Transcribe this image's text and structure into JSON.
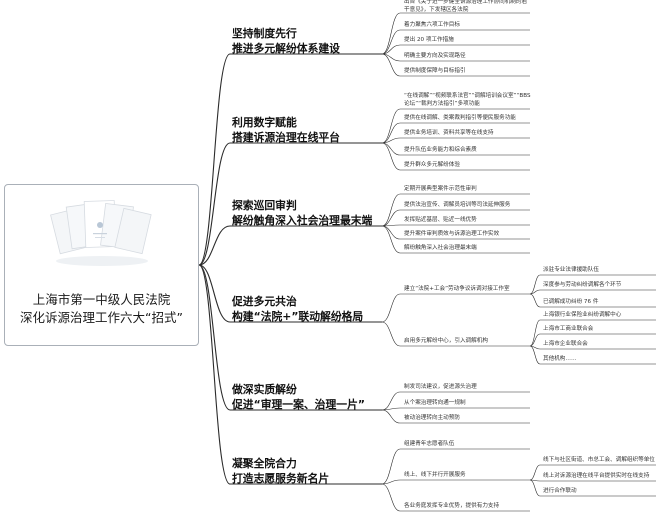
{
  "root": {
    "title_line1": "上海市第一中级人民法院",
    "title_line2": "深化诉源治理工作六大“招式”"
  },
  "branches": [
    {
      "line1": "坚持制度先行",
      "line2": "推进多元解纷体系建设",
      "leaves": [
        "出台《关于进一步健全诉源治理工作协同机制的若干意见》，下发辖区各法院",
        "着力聚焦六项工作目标",
        "提出 20 项工作措施",
        "明确主要方向及实现路径",
        "提供制度保障与目标指引"
      ]
    },
    {
      "line1": "利用数字赋能",
      "line2": "搭建诉源治理在线平台",
      "leaves": [
        "“在线调解”“视频联系法官”“调解培训会议室”“BBS 论坛”“裁判方法指引”多项功能",
        "提供在线调解、类案裁判指引等便民服务功能",
        "提供业务培训、资料共享等在线支持",
        "提升队伍业务能力和综合素质",
        "提升群众多元解纷体验"
      ]
    },
    {
      "line1": "探索巡回审判",
      "line2": "解纷触角深入社会治理最末端",
      "leaves": [
        "定期开展典型案件示范性审判",
        "提供法治宣传、调解员培训等司法延伸服务",
        "发挥贴近基层、贴近一线优势",
        "提升案件审判质效与诉源治理工作实效",
        "解纷触角深入社会治理最末端"
      ]
    },
    {
      "line1": "促进多元共治",
      "line2": "构建“法院+”联动解纷格局",
      "leaves": [
        "建立“法院+工会”劳动争议诉调对接工作室",
        "启用多元解纷中心，引入调解机构"
      ],
      "subleaves": [
        "派驻专业法律援助队伍",
        "深度参与劳动纠纷调解各个环节",
        "已调解成功纠纷 76 件",
        "上海银行业保险业纠纷调解中心",
        "上海市工商业联合会",
        "上海市企业联合会",
        "其他机构……"
      ]
    },
    {
      "line1": "做深实质解纷",
      "line2": "促进“审理一案、治理一片”",
      "leaves": [
        "制发司法建议，促进源头治理",
        "从个案治理转向通一规制",
        "被动治理转向主动预防"
      ]
    },
    {
      "line1": "凝聚全院合力",
      "line2": "打造志愿服务新名片",
      "leaves": [
        "组建青年志愿者队伍",
        "线上、线下并行开展服务",
        "各业务庭发挥专业优势，提供有力支持"
      ],
      "subleaves": [
        "线下与社区街道、市总工会、调解组织等单位",
        "线上对诉源治理在线平台提供实时在线支持",
        "进行合作联动"
      ]
    }
  ]
}
